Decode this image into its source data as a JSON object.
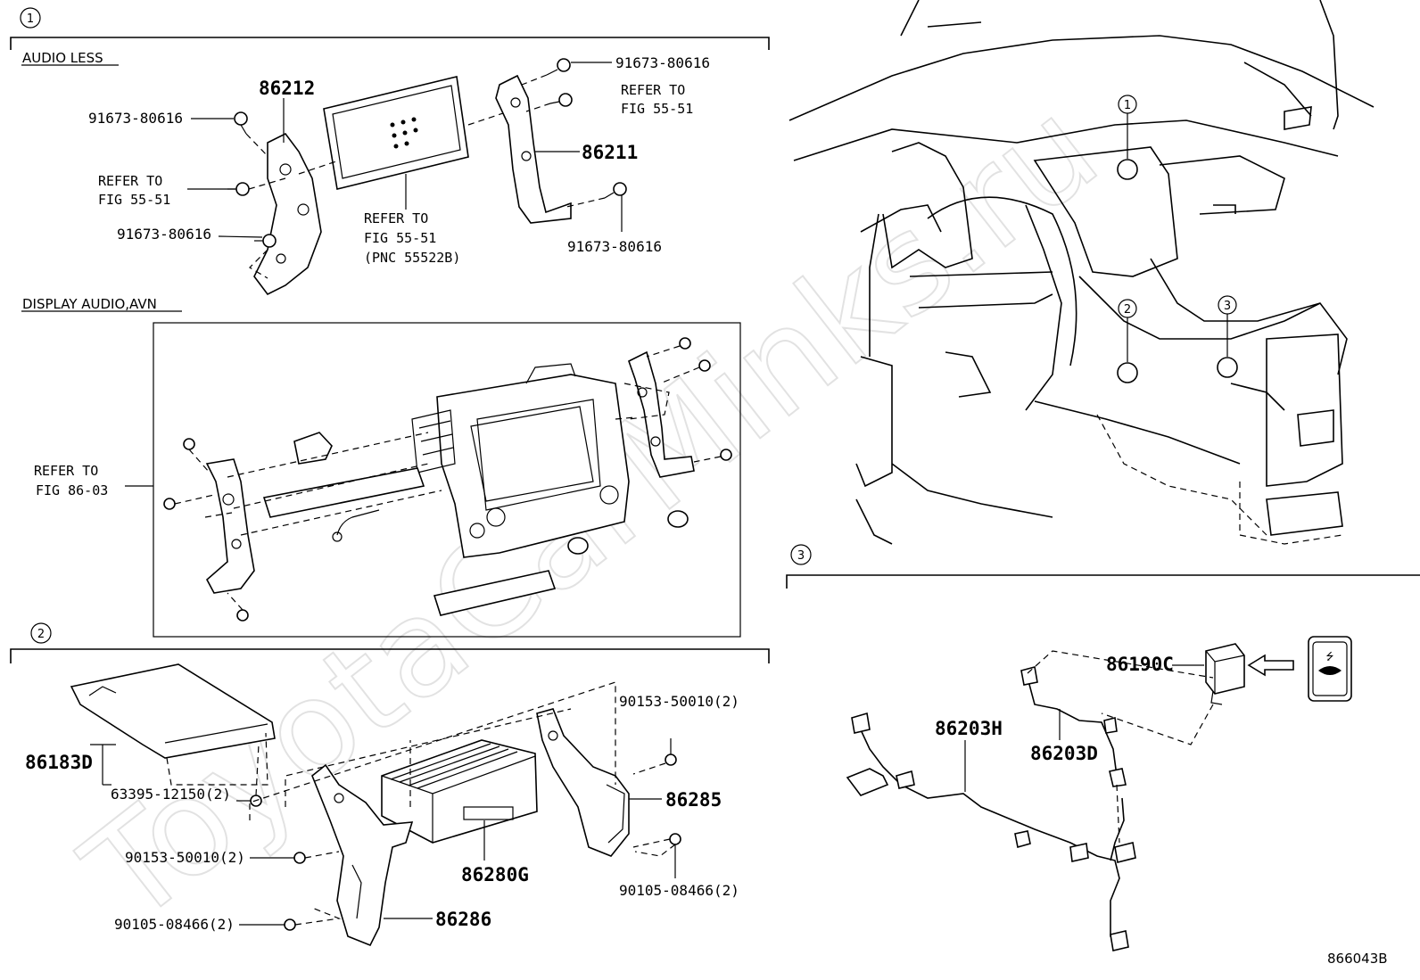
{
  "watermark": "ToyotaCarMinks.ru",
  "sections": [
    {
      "number": "1"
    },
    {
      "number": "2"
    },
    {
      "number": "3"
    }
  ],
  "captions": {
    "audio_less": "AUDIO LESS",
    "display_audio": "DISPLAY AUDIO,AVN"
  },
  "locator_markers": [
    "1",
    "2",
    "3"
  ],
  "labels": {
    "s1_bracket_left": "86212",
    "s1_screw_a": "91673-80616",
    "s1_refer_a1": "REFER TO",
    "s1_refer_a2": "FIG 55-51",
    "s1_screw_b": "91673-80616",
    "s1_refer_panel1": "REFER TO",
    "s1_refer_panel2": "FIG 55-51",
    "s1_refer_panel3": "(PNC 55522B)",
    "s1_screw_c": "91673-80616",
    "s1_refer_c1": "REFER TO",
    "s1_refer_c2": "FIG 55-51",
    "s1_bracket_right": "86211",
    "s1_screw_d": "91673-80616",
    "s1_refer_avn1": "REFER TO",
    "s1_refer_avn2": "FIG 86-03",
    "s2_cover": "86183D",
    "s2_clip": "63395-12150(2)",
    "s2_bolt_top": "90153-50010(2)",
    "s2_bracket_right": "86285",
    "s2_bolt_left": "90153-50010(2)",
    "s2_amp": "86280G",
    "s2_screw_right": "90105-08466(2)",
    "s2_screw_left": "90105-08466(2)",
    "s2_bracket_left": "86286",
    "s3_usb": "86190C",
    "s3_wire_main": "86203H",
    "s3_wire_sub": "86203D",
    "figure_id": "866043B"
  }
}
